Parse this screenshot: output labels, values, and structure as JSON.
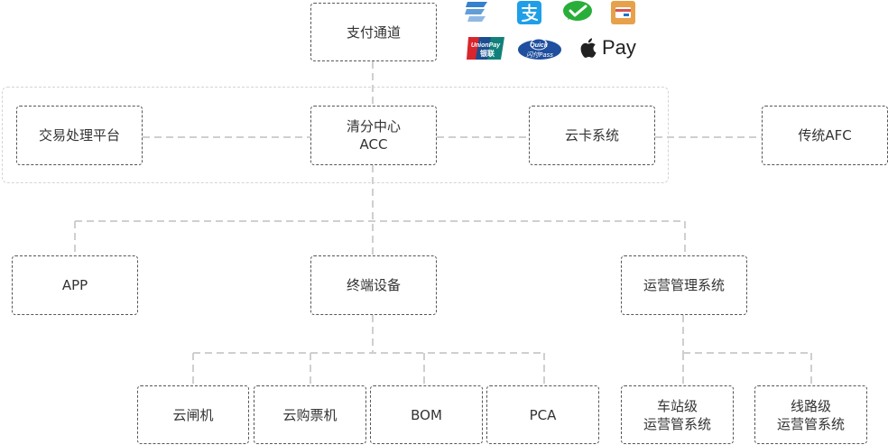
{
  "nodes": {
    "payment_channel": "支付通道",
    "trading_platform": "交易处理平台",
    "clearing_center_line1": "清分中心",
    "clearing_center_line2": "ACC",
    "cloud_card_system": "云卡系统",
    "traditional_afc": "传统AFC",
    "app": "APP",
    "terminal_devices": "终端设备",
    "ops_management_system": "运营管理系统",
    "cloud_gate": "云闸机",
    "cloud_ticket_machine": "云购票机",
    "bom": "BOM",
    "pca": "PCA",
    "station_ops_line1": "车站级",
    "station_ops_line2": "运营管系统",
    "line_ops_line1": "线路级",
    "line_ops_line2": "运营管系统"
  },
  "payment_logos": {
    "unionpay_logo_text": [
      "UnionPay",
      "银联"
    ],
    "quickpass_logo_text": [
      "Quick",
      "闪付Pass"
    ],
    "apple_pay_text": "Pay"
  },
  "icons": [
    "bank-card-icon",
    "alipay-icon",
    "wechat-pay-icon",
    "card-wallet-icon",
    "unionpay-logo",
    "quickpass-logo",
    "apple-logo"
  ]
}
